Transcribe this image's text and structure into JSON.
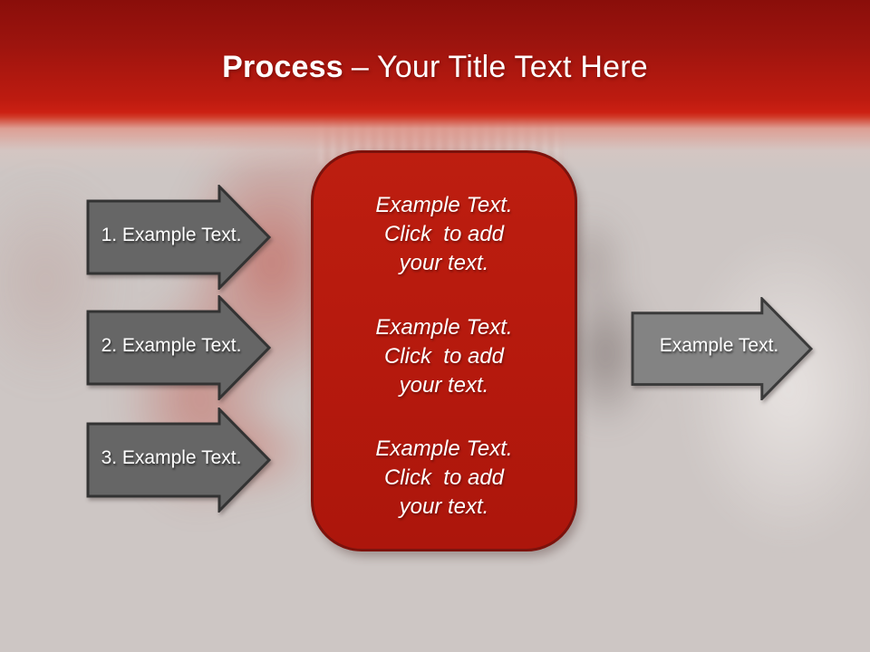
{
  "slide": {
    "title_bold": "Process",
    "title_rest": "– Your Title Text Here",
    "left_arrows": [
      {
        "label": "1. Example Text."
      },
      {
        "label": "2. Example Text."
      },
      {
        "label": "3. Example Text."
      }
    ],
    "center_box": {
      "paragraphs": [
        {
          "lines": [
            "Example Text.",
            "Click  to add",
            "your text."
          ]
        },
        {
          "lines": [
            "Example Text.",
            "Click  to add",
            "your text."
          ]
        },
        {
          "lines": [
            "Example Text.",
            "Click  to add",
            "your text."
          ]
        }
      ]
    },
    "right_arrow": {
      "label": "Example Text."
    },
    "colors": {
      "header_red": "#cb2013",
      "header_dark_red": "#8a0e0a",
      "box_red": "#b5190d",
      "box_border": "#7c120c",
      "left_arrow_fill": "#666666",
      "right_arrow_fill": "#838383",
      "arrow_border": "#333333",
      "background": "#cdc6c4",
      "text": "#ffffff"
    }
  }
}
